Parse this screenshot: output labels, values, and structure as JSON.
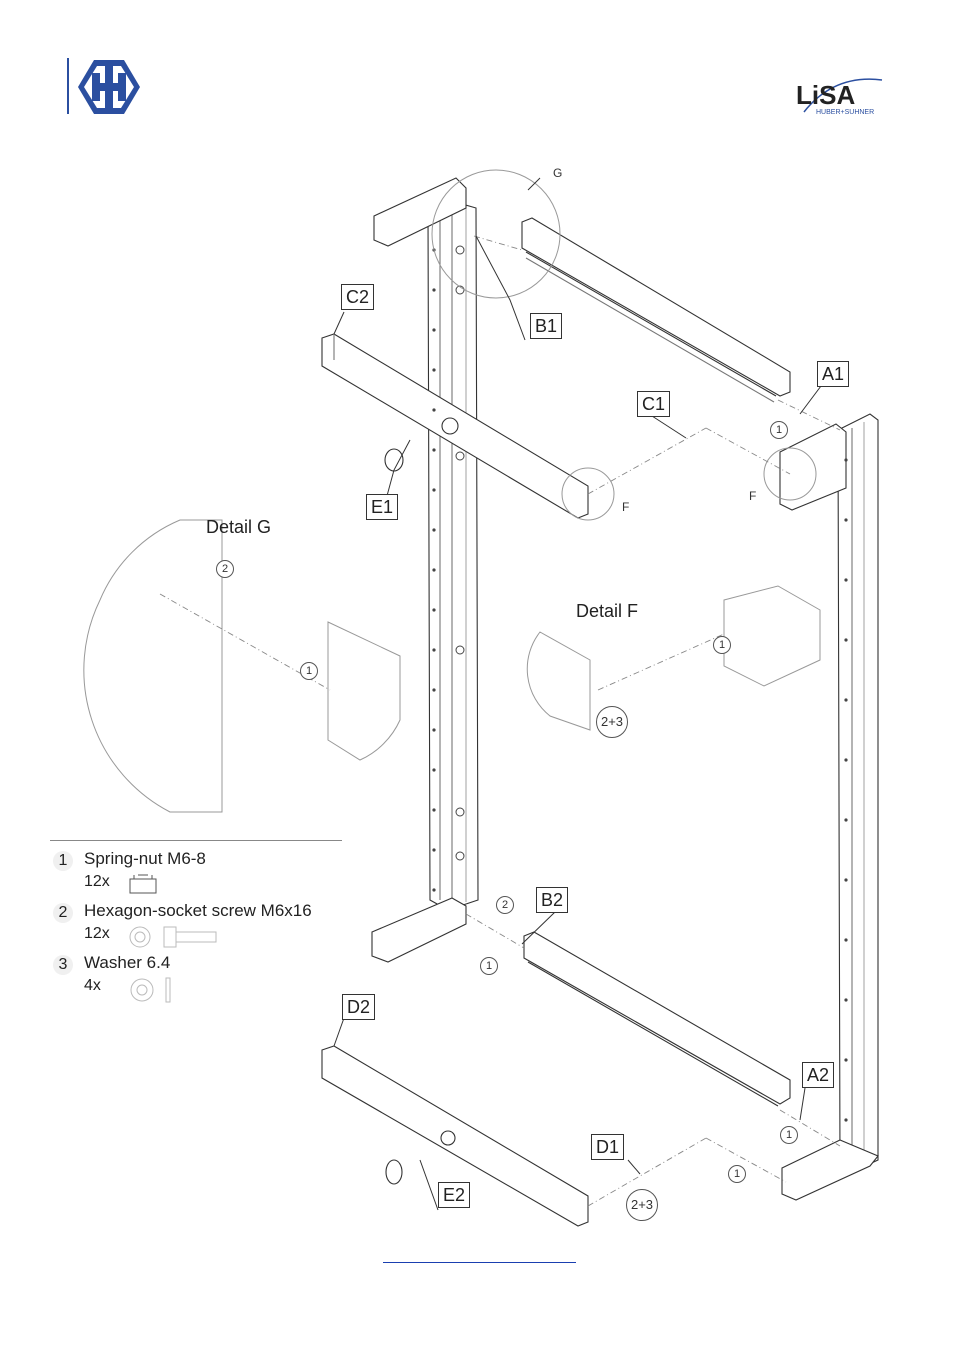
{
  "header": {
    "left_logo_icon": "huber-suhner-h-logo-icon",
    "right_logo_text": "LiSA",
    "right_logo_subtext": "HUBER+SUHNER",
    "brand_color": "#2b4fa0"
  },
  "labels": {
    "A1": "A1",
    "A2": "A2",
    "B1": "B1",
    "B2": "B2",
    "C1": "C1",
    "C2": "C2",
    "D1": "D1",
    "D2": "D2",
    "E1": "E1",
    "E2": "E2"
  },
  "detail_letters": {
    "G": "G",
    "F": "F"
  },
  "details": {
    "g_title": "Detail G",
    "f_title": "Detail F"
  },
  "callouts": {
    "one": "1",
    "two": "2",
    "two_three": "2+3"
  },
  "legend": [
    {
      "num": "1",
      "name": "Spring-nut M6-8",
      "qty": "12x",
      "icon": "spring-nut-icon"
    },
    {
      "num": "2",
      "name": "Hexagon-socket screw M6x16",
      "qty": "12x",
      "icon": "hex-screw-icon"
    },
    {
      "num": "3",
      "name": "Washer 6.4",
      "qty": "4x",
      "icon": "washer-icon"
    }
  ]
}
